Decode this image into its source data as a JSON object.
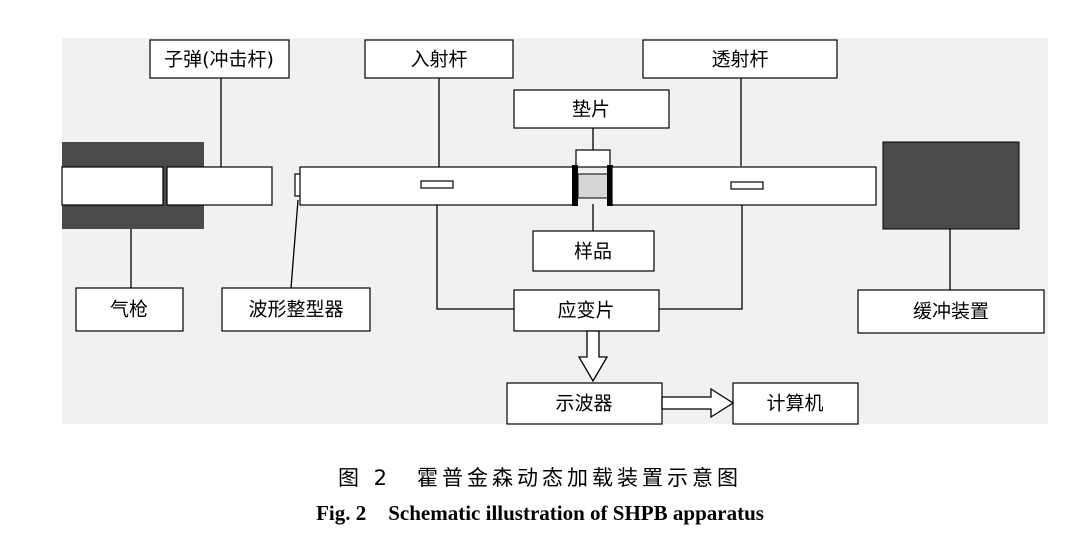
{
  "labels": {
    "bullet": "子弹(冲击杆)",
    "incident_bar": "入射杆",
    "transmission_bar": "透射杆",
    "pad": "垫片",
    "sample": "样品",
    "gas_gun": "气枪",
    "pulse_shaper": "波形整型器",
    "strain_gauge": "应变片",
    "buffer": "缓冲装置",
    "oscilloscope": "示波器",
    "computer": "计算机"
  },
  "caption": {
    "cn_number": "图 2",
    "cn_title": "霍普金森动态加载装置示意图",
    "en_number": "Fig. 2",
    "en_title": "Schematic illustration of SHPB apparatus"
  },
  "colors": {
    "panel_bg": "#f1f1f1",
    "dark_block": "#4a4a4a",
    "sample_fill": "#d6d6d6",
    "line": "#000000"
  }
}
